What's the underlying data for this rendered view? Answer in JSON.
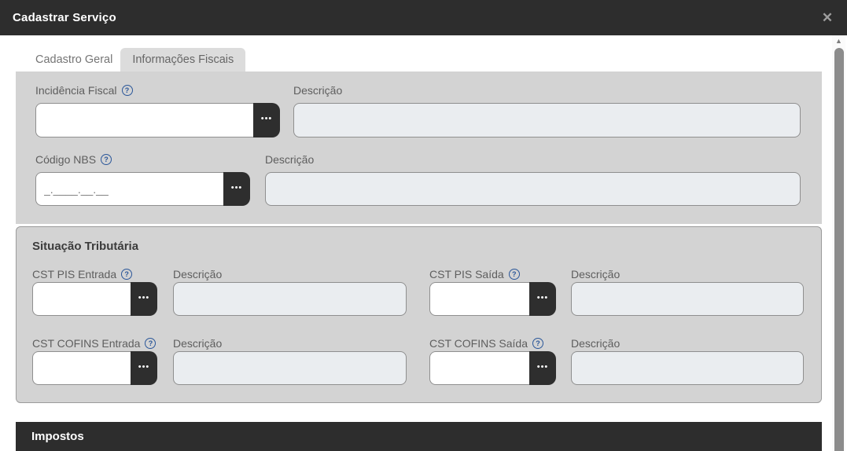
{
  "header": {
    "title": "Cadastrar Serviço",
    "close_glyph": "✕"
  },
  "tabs": {
    "general": "Cadastro Geral",
    "fiscal": "Informações Fiscais"
  },
  "ui": {
    "lookup_dots": "•••",
    "help_glyph": "?",
    "scroll_up_glyph": "▲"
  },
  "panel_top": {
    "incidencia": {
      "label": "Incidência Fiscal",
      "value": ""
    },
    "incidencia_desc": {
      "label": "Descrição",
      "value": ""
    },
    "nbs": {
      "label": "Código NBS",
      "value": "",
      "mask_placeholder": "_.____.__.__"
    },
    "nbs_desc": {
      "label": "Descrição",
      "value": ""
    }
  },
  "situacao": {
    "title": "Situação Tributária",
    "pis_entrada": {
      "label": "CST PIS Entrada",
      "value": ""
    },
    "pis_entrada_desc": {
      "label": "Descrição",
      "value": ""
    },
    "pis_saida": {
      "label": "CST PIS Saída",
      "value": ""
    },
    "pis_saida_desc": {
      "label": "Descrição",
      "value": ""
    },
    "cofins_entrada": {
      "label": "CST COFINS Entrada",
      "value": ""
    },
    "cofins_entrada_desc": {
      "label": "Descrição",
      "value": ""
    },
    "cofins_saida": {
      "label": "CST COFINS Saída",
      "value": ""
    },
    "cofins_saida_desc": {
      "label": "Descrição",
      "value": ""
    }
  },
  "impostos": {
    "title": "Impostos"
  },
  "colors": {
    "header_bg": "#2d2d2d",
    "panel_bg": "#d3d3d3",
    "disabled_field_bg": "#eaedf0",
    "lookup_button_bg": "#2e2e2e",
    "help_accent": "#2a5699",
    "active_tab_bg": "#dcdcdc"
  }
}
